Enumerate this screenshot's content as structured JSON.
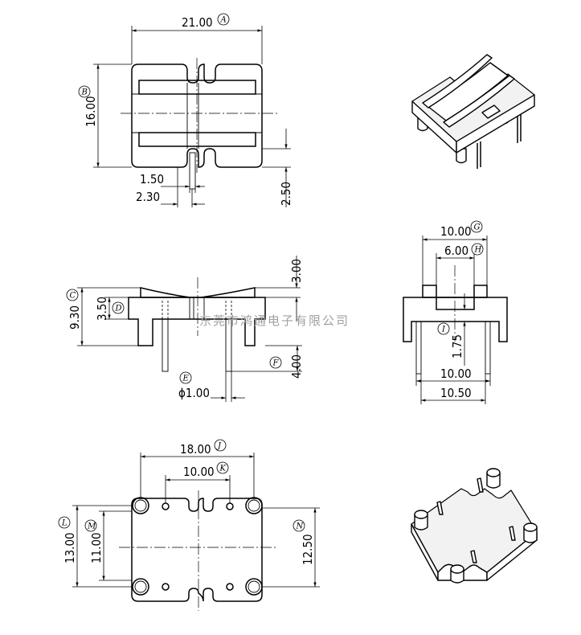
{
  "dimensions": {
    "A": "21.00",
    "B": "16.00",
    "slot_width": "1.50",
    "pin_pitch": "2.30",
    "pin_length_top": "2.50",
    "C": "9.30",
    "D": "3.50",
    "top_curve": "3.00",
    "F": "4.00",
    "E": "ϕ1.00",
    "G": "10.00",
    "H": "6.00",
    "I": "1.75",
    "side_inner": "10.00",
    "side_outer": "10.50",
    "J": "18.00",
    "K": "10.00",
    "L": "13.00",
    "M": "11.00",
    "N": "12.50"
  },
  "callouts": {
    "A": "A",
    "B": "B",
    "C": "C",
    "D": "D",
    "E": "E",
    "F": "F",
    "G": "G",
    "H": "H",
    "I": "I",
    "J": "J",
    "K": "K",
    "L": "L",
    "M": "M",
    "N": "N"
  },
  "watermark": "东莞市鸿通电子有限公司",
  "colors": {
    "line": "#000000",
    "background": "#ffffff",
    "watermark": "#a0a0a0"
  }
}
